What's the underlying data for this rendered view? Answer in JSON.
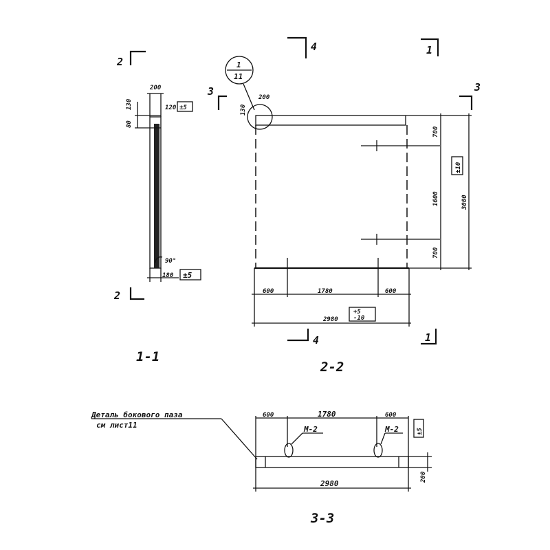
{
  "section_1_1": {
    "title": "1-1",
    "cut_mark_top": "2",
    "cut_mark_bottom": "2",
    "dim_width_top": "200",
    "dim_height_top": "130",
    "dim_height_lower": "80",
    "dim_120": "120",
    "tol_top": "±5",
    "angle": "90°",
    "dim_bottom": "180",
    "tol_bottom": "±5"
  },
  "section_2_2": {
    "title": "2-2",
    "cut_mark_4_top": "4",
    "cut_mark_4_bottom": "4",
    "cut_mark_1_top": "1",
    "cut_mark_1_bottom": "1",
    "cut_mark_3_left": "3",
    "cut_mark_3_right": "3",
    "callout_top": "1",
    "callout_bottom": "11",
    "dim_130": "130",
    "dim_200": "200",
    "dim_right_top": "700",
    "dim_right_mid": "1600",
    "dim_right_bottom": "700",
    "dim_total_height": "3000",
    "tol_height": "±10",
    "dim_bottom_left": "600",
    "dim_bottom_mid": "1780",
    "dim_bottom_right": "600",
    "dim_total_width": "2980",
    "tol_width_plus": "+5",
    "tol_width_minus": "-10"
  },
  "section_3_3": {
    "title": "3-3",
    "note_line1": "Деталь бокового паза",
    "note_line2": "см лист11",
    "dim_left": "600",
    "dim_mid": "1780",
    "dim_right": "600",
    "tol": "±5",
    "label_m2_left": "М-2",
    "label_m2_right": "М-2",
    "dim_height": "200",
    "dim_total": "2980"
  }
}
